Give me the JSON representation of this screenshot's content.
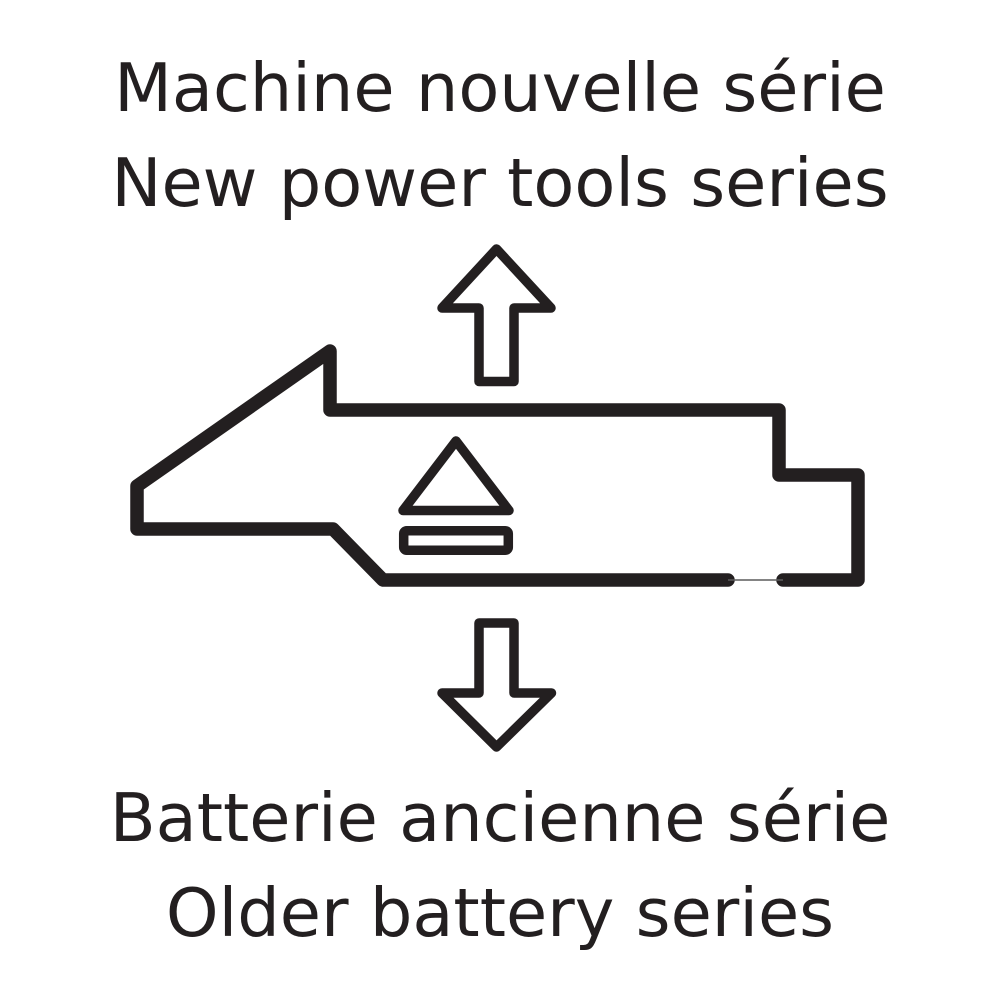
{
  "colors": {
    "background": "#ffffff",
    "ink": "#231f20"
  },
  "captions": {
    "top": {
      "fr": "Machine nouvelle série",
      "en": "New power tools series"
    },
    "bottom": {
      "fr": "Batterie ancienne série",
      "en": "Older battery series"
    }
  },
  "icons": [
    "up-arrow-icon",
    "battery-pack-outline-icon",
    "eject-release-symbol-icon",
    "down-arrow-icon"
  ]
}
